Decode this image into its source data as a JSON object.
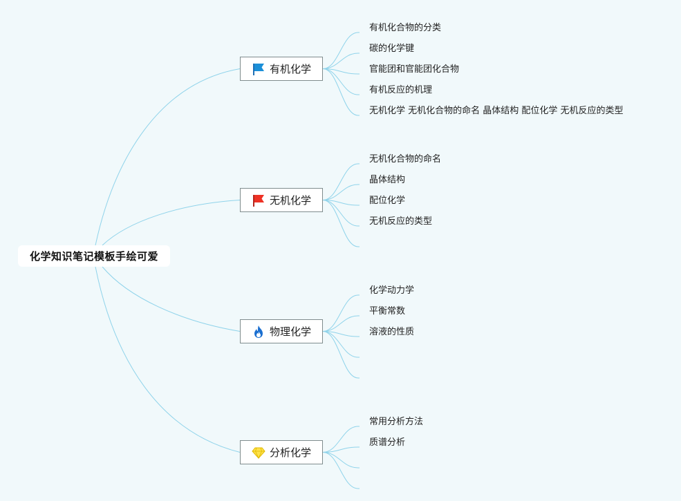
{
  "root": {
    "label": "化学知识笔记模板手绘可爱"
  },
  "colors": {
    "background": "#f1f9fb",
    "connector": "#8fd3ea"
  },
  "topics": [
    {
      "label": "有机化学",
      "icon": "blue-flag-icon",
      "children": [
        "有机化合物的分类",
        "碳的化学键",
        "官能团和官能团化合物",
        "有机反应的机理",
        "无机化学 无机化合物的命名 晶体结构 配位化学 无机反应的类型"
      ]
    },
    {
      "label": "无机化学",
      "icon": "red-flag-icon",
      "children": [
        "无机化合物的命名",
        "晶体结构",
        "配位化学",
        "无机反应的类型",
        ""
      ]
    },
    {
      "label": "物理化学",
      "icon": "flame-icon",
      "children": [
        "化学动力学",
        "平衡常数",
        "溶液的性质",
        "",
        ""
      ]
    },
    {
      "label": "分析化学",
      "icon": "diamond-icon",
      "children": [
        "常用分析方法",
        "质谱分析",
        "",
        ""
      ]
    }
  ]
}
